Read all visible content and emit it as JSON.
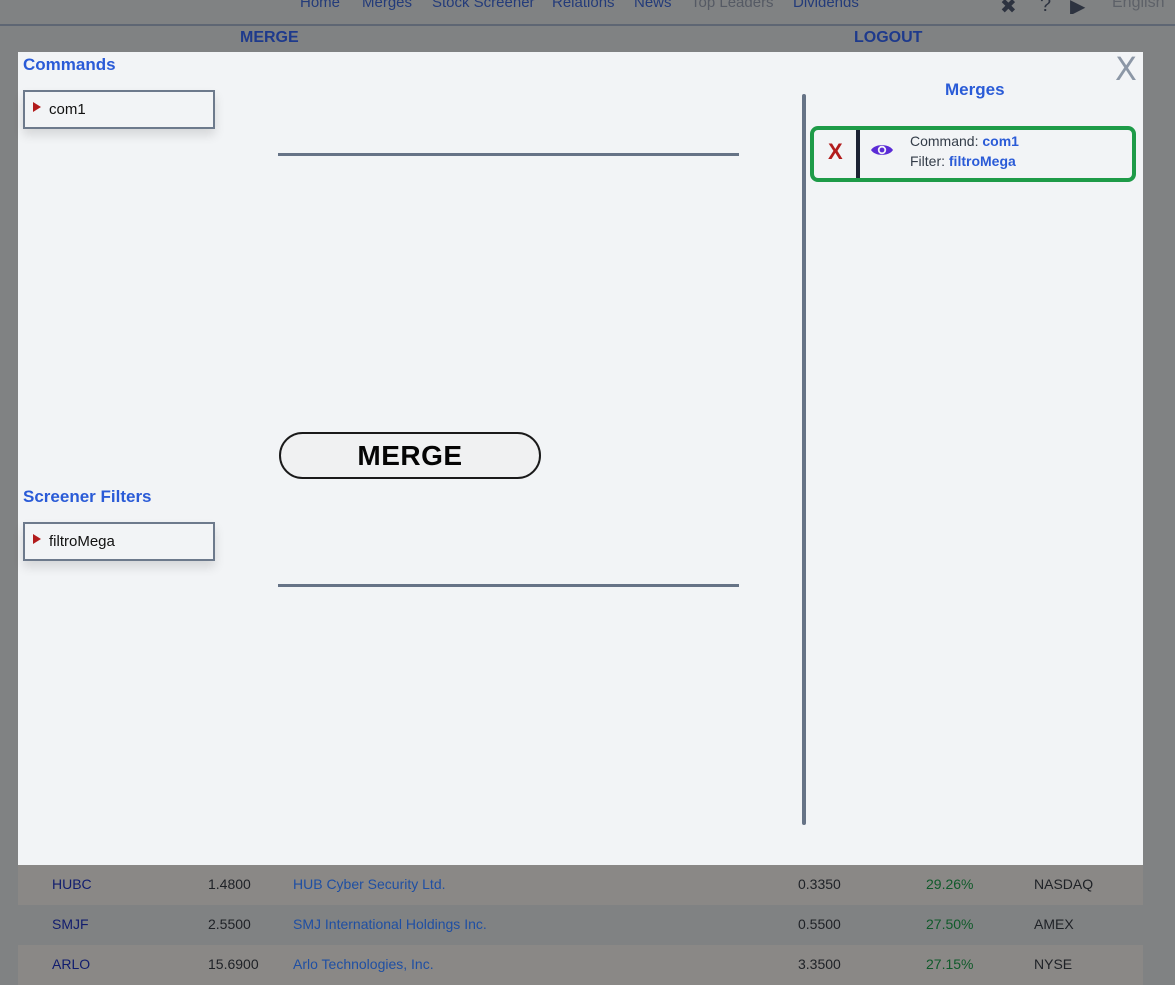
{
  "nav": {
    "links": [
      "Home",
      "Merges",
      "Stock Screener",
      "Relations",
      "News",
      "Top Leaders",
      "Dividends"
    ],
    "language": "English",
    "icons": [
      "tools-icon",
      "help-icon",
      "play-icon"
    ]
  },
  "subnav": {
    "merge": "MERGE",
    "logout": "LOGOUT"
  },
  "modal": {
    "close": "X",
    "commands_title": "Commands",
    "commands": [
      "com1"
    ],
    "filters_title": "Screener Filters",
    "filters": [
      "filtroMega"
    ],
    "merge_button": "MERGE",
    "merges_title": "Merges",
    "merges": [
      {
        "delete": "X",
        "command_label": "Command:",
        "command_value": "com1",
        "filter_label": "Filter:",
        "filter_value": "filtroMega"
      }
    ]
  },
  "table": {
    "rows": [
      {
        "symbol": "HUBC",
        "price": "1.4800",
        "name": "HUB Cyber Security Ltd.",
        "change": "0.3350",
        "pct": "29.26%",
        "exchange": "NASDAQ"
      },
      {
        "symbol": "SMJF",
        "price": "2.5500",
        "name": "SMJ International Holdings Inc.",
        "change": "0.5500",
        "pct": "27.50%",
        "exchange": "AMEX"
      },
      {
        "symbol": "ARLO",
        "price": "15.6900",
        "name": "Arlo Technologies, Inc.",
        "change": "3.3500",
        "pct": "27.15%",
        "exchange": "NYSE"
      }
    ]
  },
  "colors": {
    "accent": "#2a5bd7",
    "danger": "#b21c1c",
    "success_border": "#1e9b48",
    "eye": "#5b2bd6"
  }
}
